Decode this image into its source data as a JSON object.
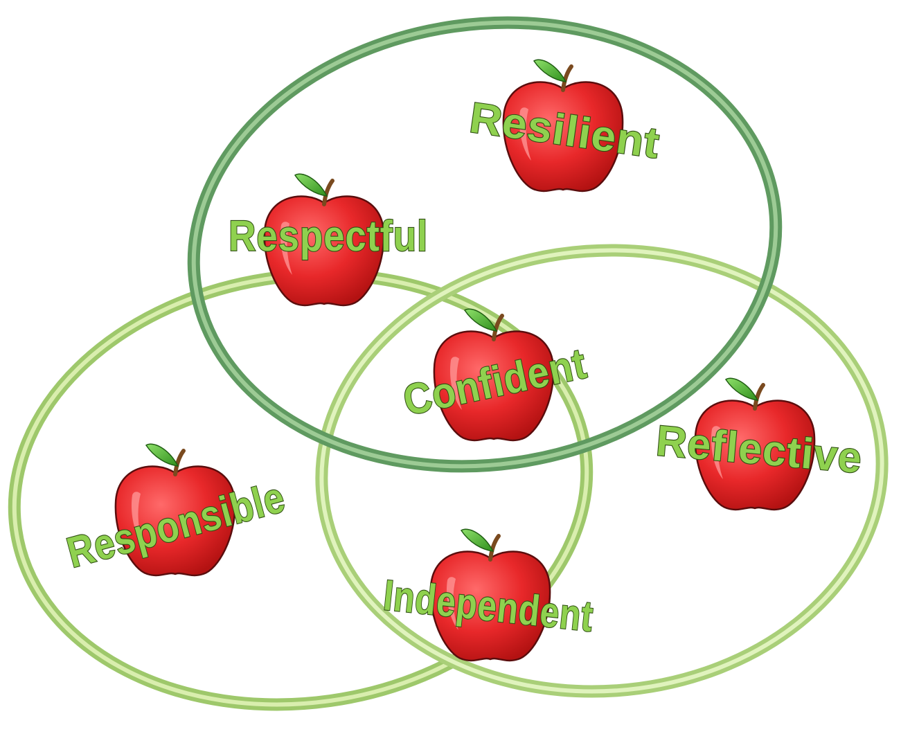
{
  "colors": {
    "ring_top": "#6aa36a",
    "ring_top_highlight": "#a9d6a2",
    "ring_lower": "#b8d98a",
    "ring_lower_highlight": "#eaf7cf",
    "apple": "#e8282a",
    "apple_highlight": "#ff7b7b",
    "apple_outline": "#5a0d0d",
    "leaf": "#3fae2a",
    "stem": "#7a4a1f",
    "word_fill": "#8fd14f",
    "word_outline": "#2e4d12"
  },
  "labels": {
    "resilient": "Resilient",
    "respectful": "Respectful",
    "confident": "Confident",
    "reflective": "Reflective",
    "responsible": "Responsible",
    "independent": "Independent"
  },
  "icons": [
    "apple-icon",
    "ring-shape"
  ]
}
